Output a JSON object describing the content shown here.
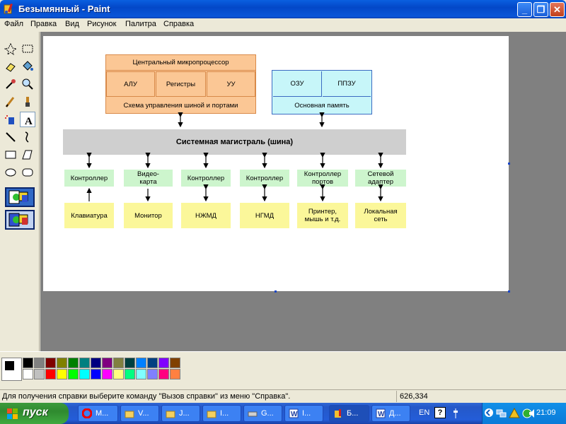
{
  "window": {
    "title": "Безымянный - Paint",
    "min": "_",
    "max": "❐",
    "close": "✕"
  },
  "menu": [
    "Файл",
    "Правка",
    "Вид",
    "Рисунок",
    "Палитра",
    "Справка"
  ],
  "diagram": {
    "cpu_title": "Центральный микропроцессор",
    "alu": "АЛУ",
    "registers": "Регистры",
    "cu": "УУ",
    "bus_control": "Схема управления шиной и портами",
    "ram": "ОЗУ",
    "rom": "ППЗУ",
    "main_memory": "Основная память",
    "system_bus": "Системная магистраль (шина)",
    "controllers": [
      "Контроллер",
      "Видео-\nкарта",
      "Контроллер",
      "Контроллер",
      "Контроллер\nпортов",
      "Сетевой\nадаптер"
    ],
    "devices": [
      "Клавиатура",
      "Монитор",
      "НЖМД",
      "НГМД",
      "Принтер,\nмышь и т.д.",
      "Локальная\nсеть"
    ],
    "colors": {
      "cpu": "#fbc795",
      "memory": "#c7f6f9",
      "bus": "#cfcfcf",
      "controller": "#cdf5cd",
      "device": "#fbf79a"
    }
  },
  "palette": {
    "row1": [
      "#000000",
      "#808080",
      "#800000",
      "#808000",
      "#008000",
      "#008080",
      "#000080",
      "#800080",
      "#808040",
      "#004040",
      "#0080ff",
      "#004080",
      "#8000ff",
      "#804000"
    ],
    "row2": [
      "#ffffff",
      "#c0c0c0",
      "#ff0000",
      "#ffff00",
      "#00ff00",
      "#00ffff",
      "#0000ff",
      "#ff00ff",
      "#ffff80",
      "#00ff80",
      "#80ffff",
      "#8080ff",
      "#ff0080",
      "#ff8040"
    ]
  },
  "status": {
    "help_text": "Для получения справки выберите команду \"Вызов справки\" из меню \"Справка\".",
    "coords": "626,334"
  },
  "taskbar": {
    "start": "пуск",
    "tasks": [
      {
        "label": "M...",
        "icon": "opera-icon"
      },
      {
        "label": "V...",
        "icon": "folder-icon"
      },
      {
        "label": "J...",
        "icon": "folder-icon"
      },
      {
        "label": "I...",
        "icon": "folder-icon"
      },
      {
        "label": "G...",
        "icon": "drive-icon"
      },
      {
        "label": "I...",
        "icon": "word-icon"
      },
      {
        "label": "Б...",
        "icon": "paint-icon"
      },
      {
        "label": "Д...",
        "icon": "word-icon"
      }
    ],
    "lang": "EN",
    "help": "?",
    "time": "21:09"
  }
}
